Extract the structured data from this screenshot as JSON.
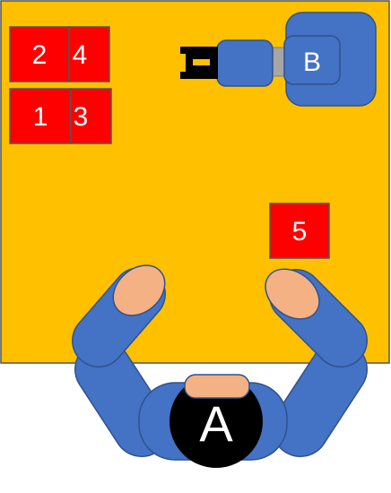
{
  "colors": {
    "table": "#FFC000",
    "table_border": "#555555",
    "block": "#FF0000",
    "robot": "#4472C4",
    "robot_border": "#2F528F",
    "skin": "#F4B183",
    "head": "#000000",
    "gripper": "#000000",
    "gripper_inner": "#FFC000",
    "joint": "#A6A6A6"
  },
  "blocks": [
    {
      "label": "2"
    },
    {
      "label": "4"
    },
    {
      "label": "1"
    },
    {
      "label": "3"
    },
    {
      "label": "5"
    }
  ],
  "robot": {
    "label": "B"
  },
  "person": {
    "label": "A"
  }
}
